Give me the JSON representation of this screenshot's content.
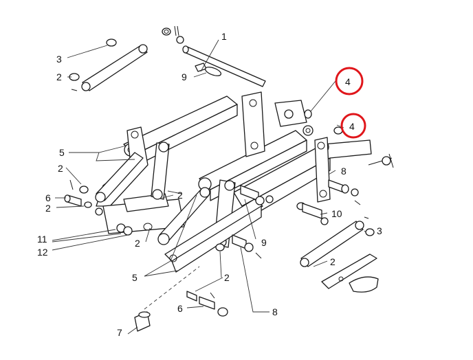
{
  "highlight_color": "#e0161b",
  "callouts": [
    {
      "id": "c1",
      "label": "1"
    },
    {
      "id": "c3a",
      "label": "3"
    },
    {
      "id": "c2a",
      "label": "2"
    },
    {
      "id": "c9a",
      "label": "9"
    },
    {
      "id": "c4a",
      "label": "4",
      "highlighted": true
    },
    {
      "id": "c4b",
      "label": "4",
      "highlighted": true
    },
    {
      "id": "c5a",
      "label": "5"
    },
    {
      "id": "c2b",
      "label": "2"
    },
    {
      "id": "c8a",
      "label": "8"
    },
    {
      "id": "c6a",
      "label": "6"
    },
    {
      "id": "c2c",
      "label": "2"
    },
    {
      "id": "c2d",
      "label": "2"
    },
    {
      "id": "c10",
      "label": "10"
    },
    {
      "id": "c11",
      "label": "11"
    },
    {
      "id": "c12",
      "label": "12"
    },
    {
      "id": "c3b",
      "label": "3"
    },
    {
      "id": "c2e",
      "label": "2"
    },
    {
      "id": "c9b",
      "label": "9"
    },
    {
      "id": "c2f",
      "label": "2"
    },
    {
      "id": "c2g",
      "label": "2"
    },
    {
      "id": "c5b",
      "label": "5"
    },
    {
      "id": "c2h",
      "label": "2"
    },
    {
      "id": "c6b",
      "label": "6"
    },
    {
      "id": "c8b",
      "label": "8"
    },
    {
      "id": "c7",
      "label": "7"
    }
  ]
}
